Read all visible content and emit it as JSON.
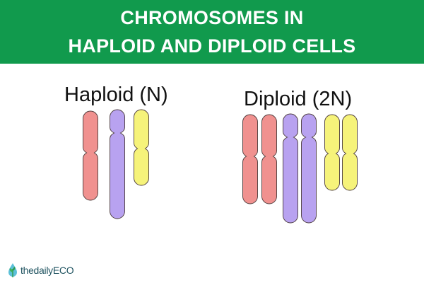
{
  "header": {
    "line1": "CHROMOSOMES IN",
    "line2": "HAPLOID AND DIPLOID CELLS",
    "background_color": "#119a4d"
  },
  "haploid": {
    "label": "Haploid (N)",
    "chromosomes": [
      {
        "color": "red",
        "fill": "#f0918f"
      },
      {
        "color": "purple",
        "fill": "#b8a2f0"
      },
      {
        "color": "yellow",
        "fill": "#f6f37a"
      }
    ]
  },
  "diploid": {
    "label": "Diploid (2N)",
    "chromosomes": [
      {
        "color": "red",
        "fill": "#f0918f"
      },
      {
        "color": "red",
        "fill": "#f0918f"
      },
      {
        "color": "purple",
        "fill": "#b8a2f0"
      },
      {
        "color": "purple",
        "fill": "#b8a2f0"
      },
      {
        "color": "yellow",
        "fill": "#f6f37a"
      },
      {
        "color": "yellow",
        "fill": "#f6f37a"
      }
    ]
  },
  "logo": {
    "text": "thedailyECO",
    "icon": "water-drop-leaf-icon",
    "color": "#1f5360"
  }
}
